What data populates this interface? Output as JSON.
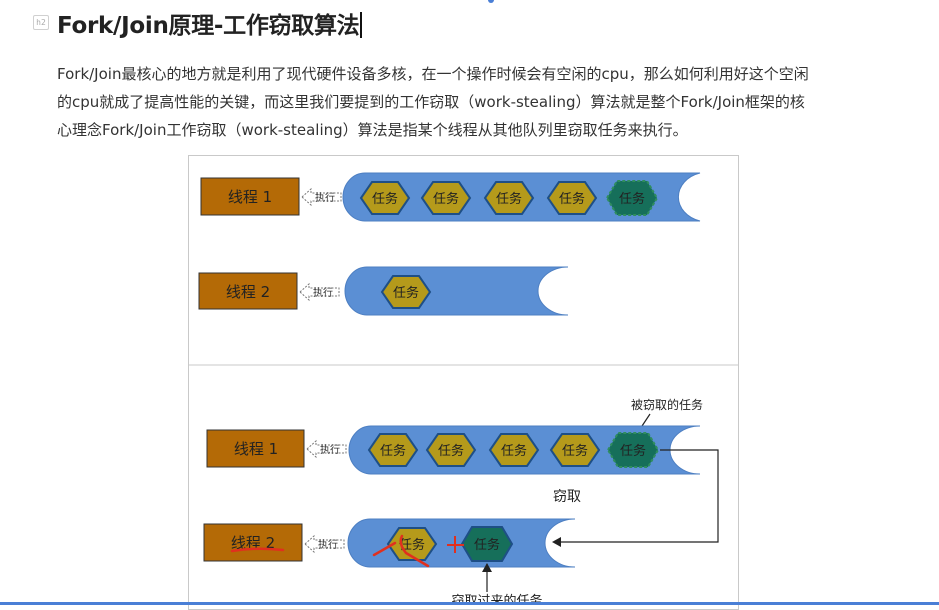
{
  "heading": {
    "marker": "h2",
    "title": "Fork/Join原理-工作窃取算法"
  },
  "paragraph": {
    "line1": "Fork/Join最核心的地方就是利用了现代硬件设备多核，在一个操作时候会有空闲的cpu，那么如何利用好这个空闲",
    "line2": "的cpu就成了提高性能的关键，而这里我们要提到的工作窃取（work-stealing）算法就是整个Fork/Join框架的核",
    "line3": "心理念Fork/Join工作窃取（work-stealing）算法是指某个线程从其他队列里窃取任务来执行。"
  },
  "diagram": {
    "thread1": "线程 1",
    "thread2": "线程 2",
    "exec": "执行",
    "task": "任务",
    "stolen_label": "被窃取的任务",
    "steal": "窃取",
    "stolen_here": "窃取过来的任务"
  },
  "colors": {
    "thread_box": "#b46a06",
    "queue": "#5b8fd4",
    "task_hex": "#b59a1b",
    "task_stroke": "#1e4f86",
    "stolen_task": "#166f5a",
    "annotation_red": "#e0301e"
  }
}
